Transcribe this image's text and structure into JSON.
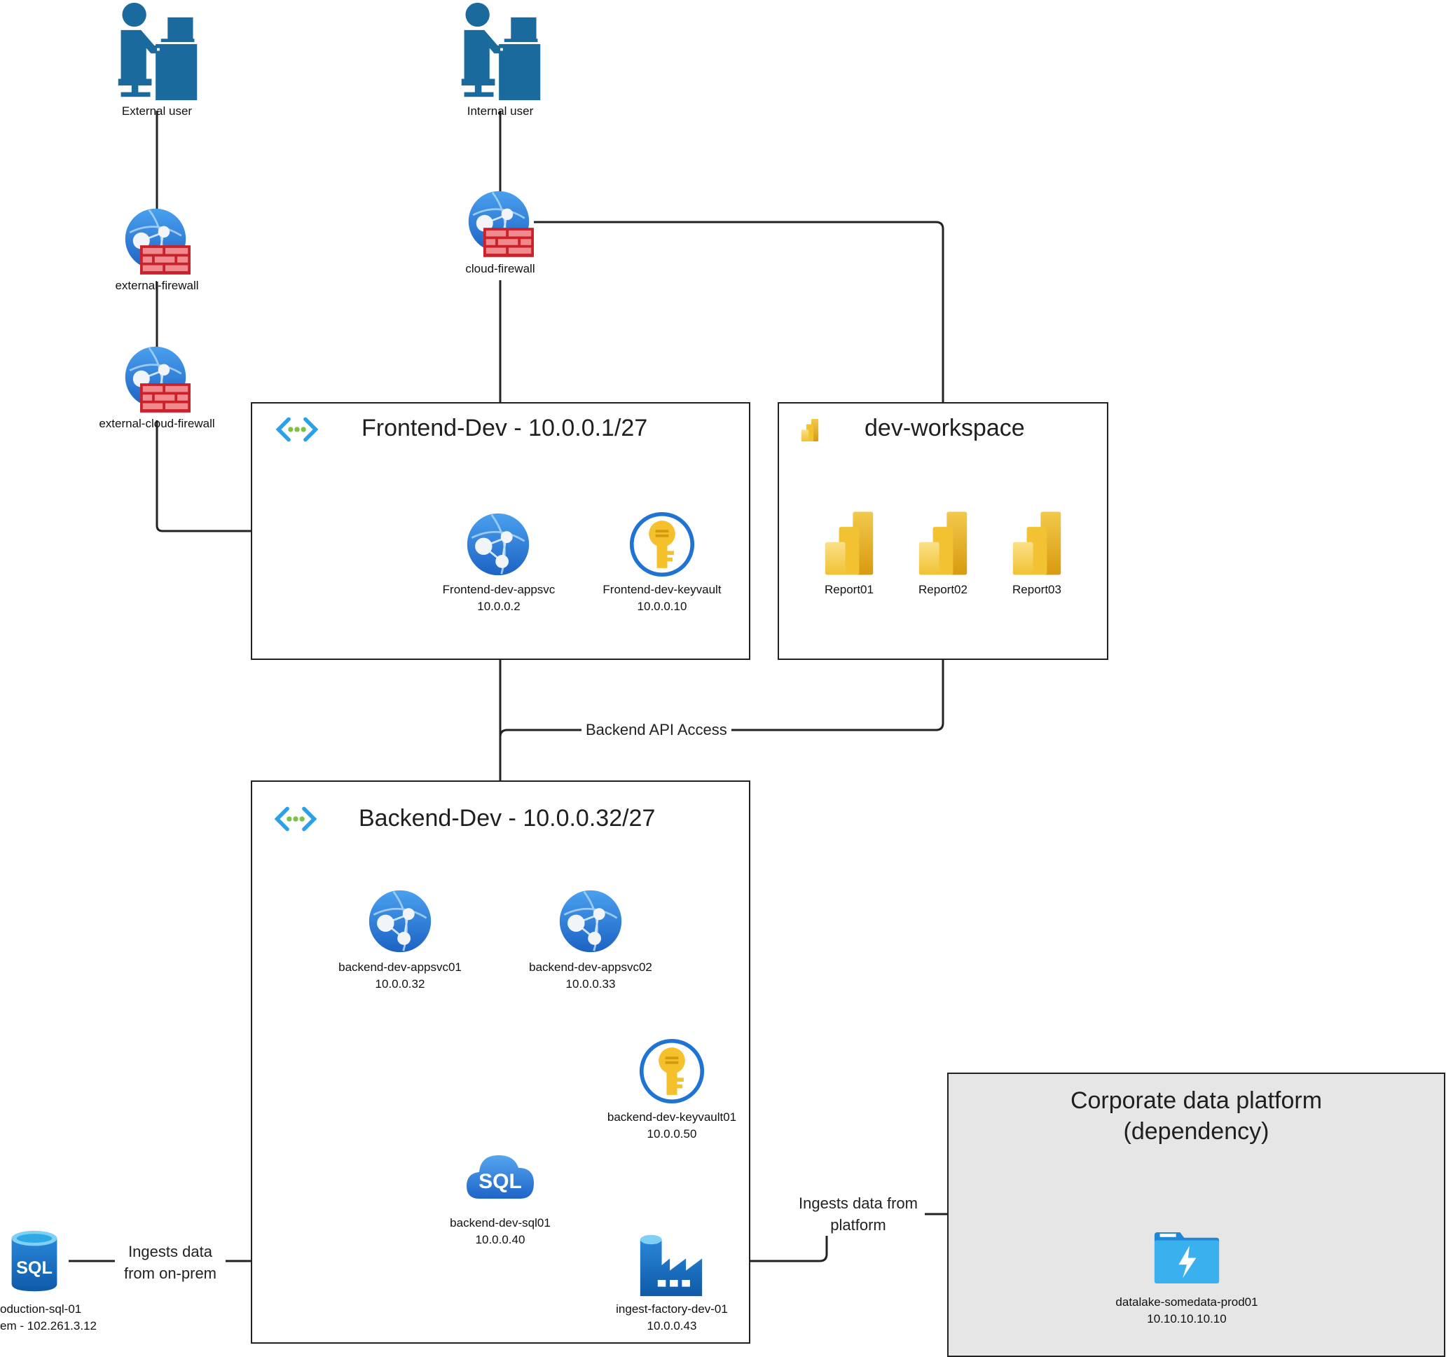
{
  "nodes": {
    "external_user": "External user",
    "internal_user": "Internal user",
    "external_firewall": "external-firewall",
    "external_cloud_firewall": "external-cloud-firewall",
    "cloud_firewall": "cloud-firewall",
    "frontend_appsvc": {
      "name": "Frontend-dev-appsvc",
      "ip": "10.0.0.2"
    },
    "frontend_keyvault": {
      "name": "Frontend-dev-keyvault",
      "ip": "10.0.0.10"
    },
    "report01": "Report01",
    "report02": "Report02",
    "report03": "Report03",
    "backend_appsvc01": {
      "name": "backend-dev-appsvc01",
      "ip": "10.0.0.32"
    },
    "backend_appsvc02": {
      "name": "backend-dev-appsvc02",
      "ip": "10.0.0.33"
    },
    "backend_keyvault01": {
      "name": "backend-dev-keyvault01",
      "ip": "10.0.0.50"
    },
    "backend_sql01": {
      "name": "backend-dev-sql01",
      "ip": "10.0.0.40"
    },
    "ingest_factory": {
      "name": "ingest-factory-dev-01",
      "ip": "10.0.0.43"
    },
    "production_sql": {
      "name": "oduction-sql-01",
      "ip": "em - 102.261.3.12"
    },
    "datalake": {
      "name": "datalake-somedata-prod01",
      "ip": "10.10.10.10.10"
    }
  },
  "groups": {
    "frontend": "Frontend-Dev - 10.0.0.1/27",
    "workspace": "dev-workspace",
    "backend": "Backend-Dev - 10.0.0.32/27",
    "corporate_line1": "Corporate data platform",
    "corporate_line2": "(dependency)"
  },
  "edges": {
    "backend_api": "Backend API Access",
    "onprem_line1": "Ingests data",
    "onprem_line2": "from on-prem",
    "platform_line1": "Ingests data from",
    "platform_line2": "platform"
  },
  "icons": {
    "user": "user-at-desk-icon",
    "firewall": "web-app-firewall-icon",
    "app_service": "app-service-icon",
    "key_vault": "key-vault-icon",
    "power_bi": "power-bi-report-icon",
    "vnet": "virtual-network-icon",
    "sql": "sql-database-icon",
    "data_factory": "data-factory-icon",
    "data_lake": "data-lake-icon"
  },
  "colors": {
    "line": "#222222",
    "user_blue": "#1a6a9e",
    "azure_blue": "#2f7fd6",
    "firewall_red": "#c9222a",
    "key_yellow": "#f4c02b",
    "powerbi_yellow": "#e6ab1f",
    "corporate_bg": "#e6e6e6"
  }
}
